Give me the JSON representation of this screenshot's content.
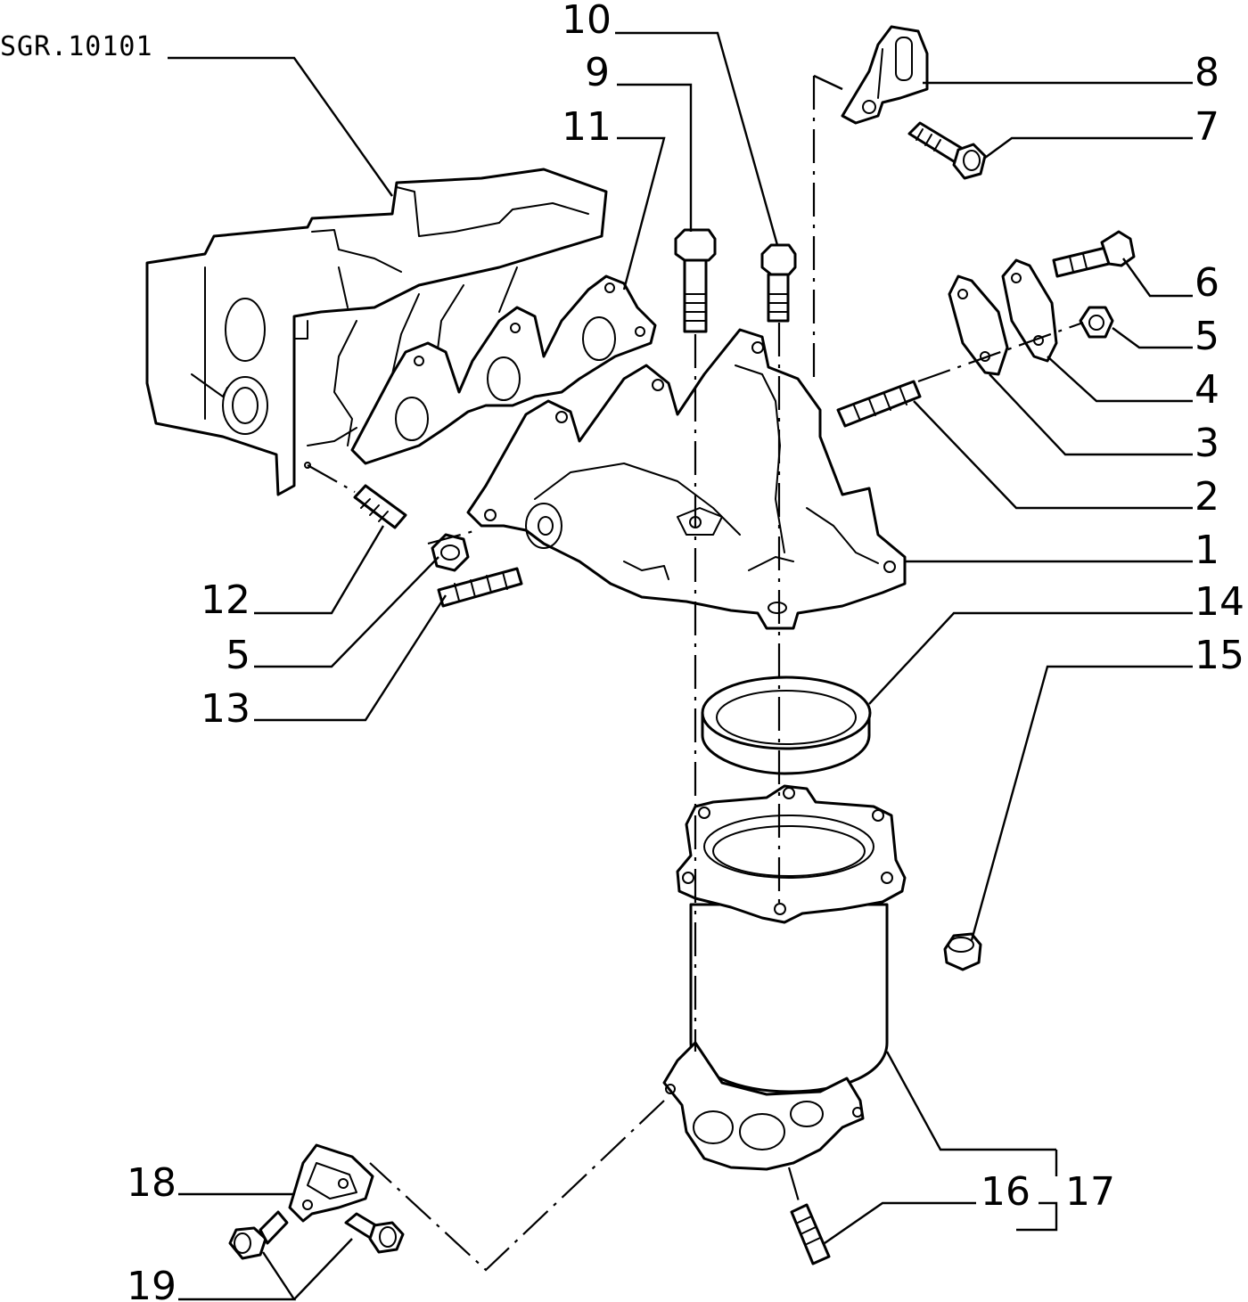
{
  "drawing_code": "SGR.10101",
  "callouts": {
    "c1": "1",
    "c2": "2",
    "c3": "3",
    "c4": "4",
    "c5a": "5",
    "c5b": "5",
    "c6": "6",
    "c7": "7",
    "c8": "8",
    "c9": "9",
    "c10": "10",
    "c11": "11",
    "c12": "12",
    "c13": "13",
    "c14": "14",
    "c15": "15",
    "c16": "16",
    "c17": "17",
    "c18": "18",
    "c19": "19"
  }
}
